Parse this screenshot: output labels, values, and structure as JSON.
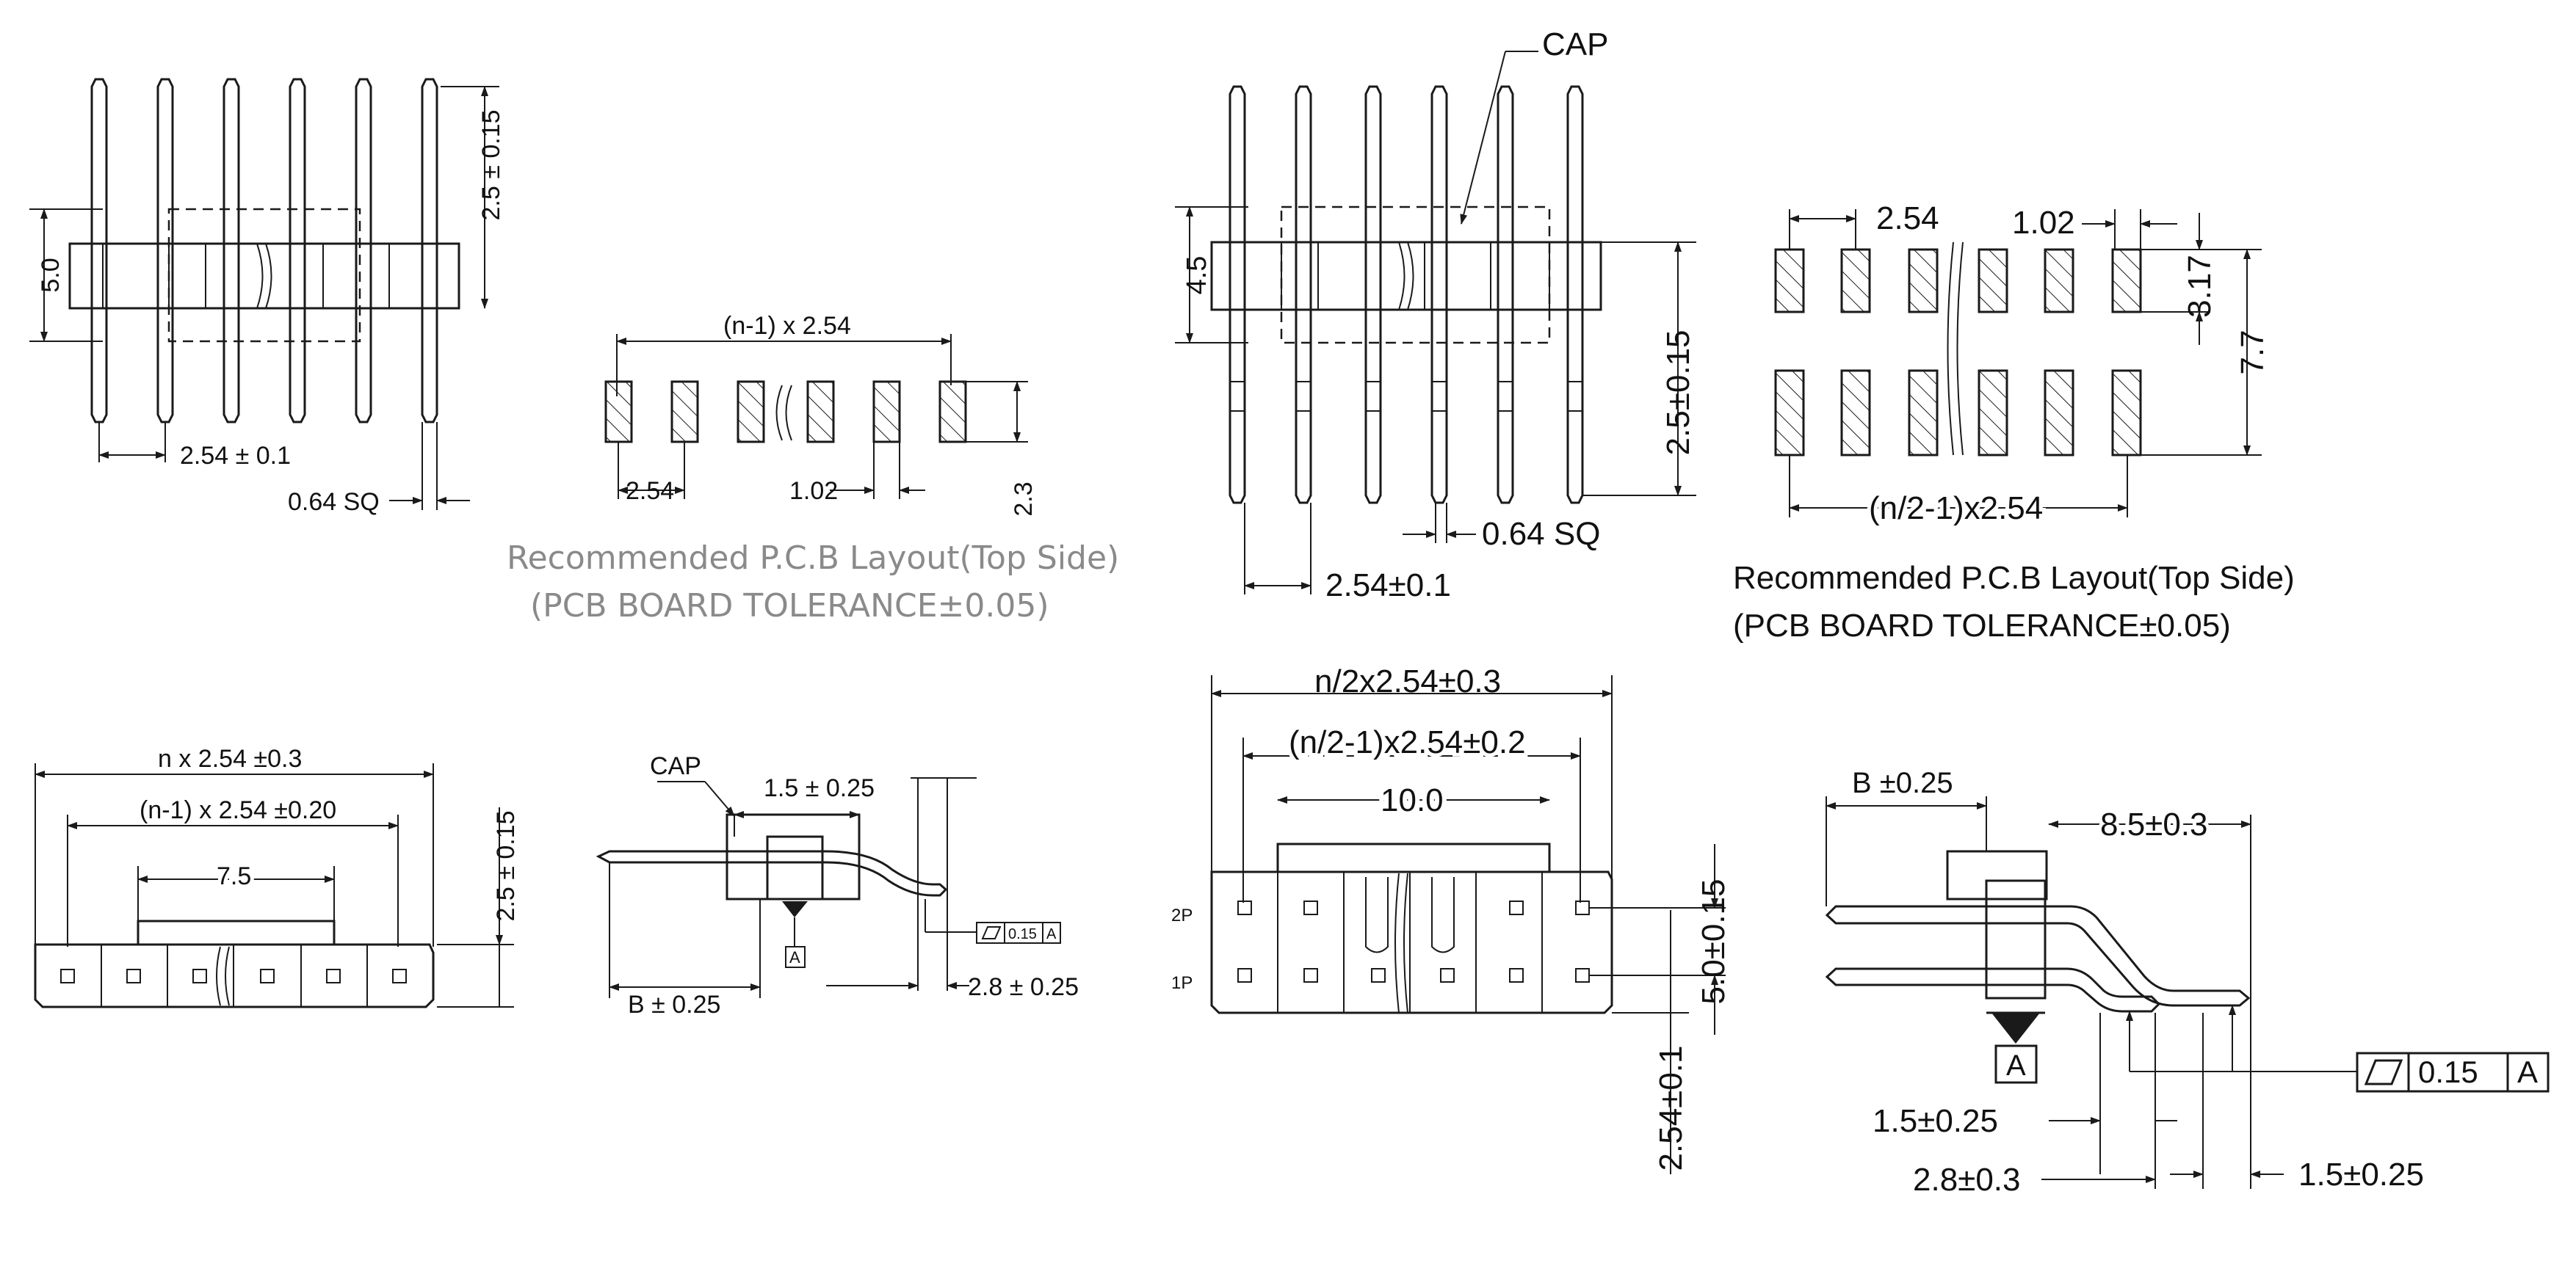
{
  "colors": {
    "line": "#1a1a1a",
    "text": "#111111",
    "caption_light": "#8a8a8a",
    "background": "#ffffff"
  },
  "single_row_front": {
    "dim_height": "5.0",
    "dim_pin_length": "2.5 ± 0.15",
    "dim_pitch": "2.54 ± 0.1",
    "dim_pin_size": "0.64 SQ"
  },
  "single_row_pcb": {
    "dim_span": "(n-1) x 2.54",
    "dim_pitch": "2.54",
    "dim_pad_width": "1.02",
    "dim_pad_height": "2.3",
    "caption_line1": "Recommended P.C.B Layout(Top Side)",
    "caption_line2": "(PCB BOARD TOLERANCE±0.05)"
  },
  "single_row_top": {
    "dim_total": "n x 2.54 ±0.3",
    "dim_span": "(n-1) x 2.54 ±0.20",
    "dim_inner": "7.5",
    "dim_height": "2.5 ± 0.15"
  },
  "single_row_side": {
    "label_cap": "CAP",
    "dim_cap": "1.5 ± 0.25",
    "datum": "A",
    "tol_value": "0.15",
    "tol_datum": "A",
    "dim_b": "B ± 0.25",
    "dim_offset": "2.8 ± 0.25"
  },
  "dual_row_front": {
    "label_cap": "CAP",
    "dim_height": "4.5",
    "dim_pin_length": "2.5±0.15",
    "dim_pin_size": "0.64  SQ",
    "dim_pitch": "2.54±0.1"
  },
  "dual_row_pcb": {
    "dim_pitch": "2.54",
    "dim_pad_width": "1.02",
    "dim_row_gap": "3.17",
    "dim_total_height": "7.7",
    "dim_span": "(n/2-1)x2.54",
    "caption_line1": "Recommended P.C.B Layout(Top Side)",
    "caption_line2": "(PCB BOARD TOLERANCE±0.05)"
  },
  "dual_row_top": {
    "dim_total": "n/2x2.54±0.3",
    "dim_span": "(n/2-1)x2.54±0.2",
    "dim_inner": "10.0",
    "label_row2": "2P",
    "label_row1": "1P",
    "dim_row_pitch": "5.0±0.15",
    "dim_pitch": "2.54±0.1"
  },
  "dual_row_side": {
    "dim_b": "B ±0.25",
    "dim_length": "8.5±0.3",
    "datum": "A",
    "tol_value": "0.15",
    "tol_datum": "A",
    "dim_a": "1.5±0.25",
    "dim_b2": "2.8±0.3",
    "dim_c": "1.5±0.25"
  }
}
